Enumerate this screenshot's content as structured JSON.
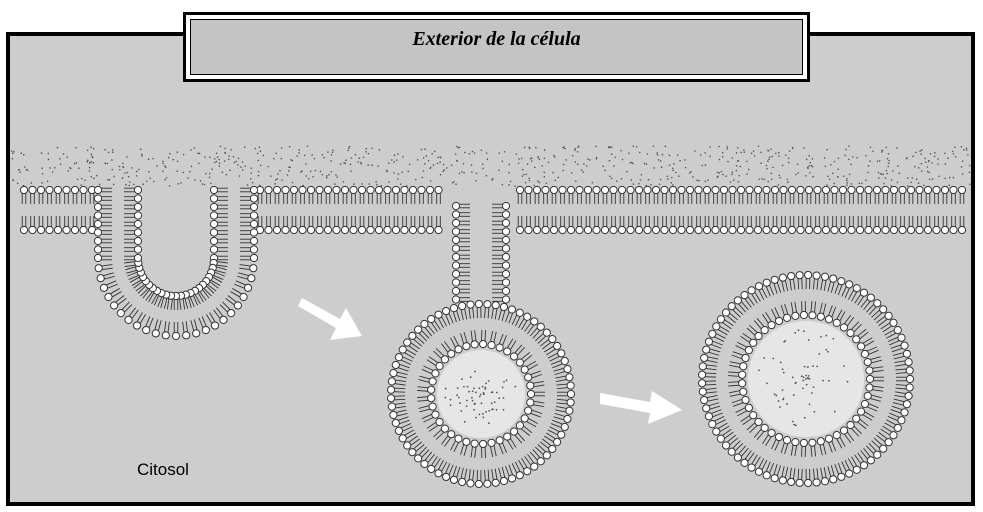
{
  "title": "Exterior de  la célula",
  "labels": {
    "citosol": "Citosol"
  },
  "colors": {
    "background": "#cdcdcd",
    "title_fill": "#c4c4c4",
    "lipid_head": "#ffffff",
    "lipid_outline": "#333333",
    "arrow": "#ffffff"
  },
  "structures": [
    {
      "name": "membrana-plasmatica"
    },
    {
      "name": "invaginacion"
    },
    {
      "name": "vesicula-en-formacion"
    },
    {
      "name": "vesicula-liberada"
    }
  ]
}
